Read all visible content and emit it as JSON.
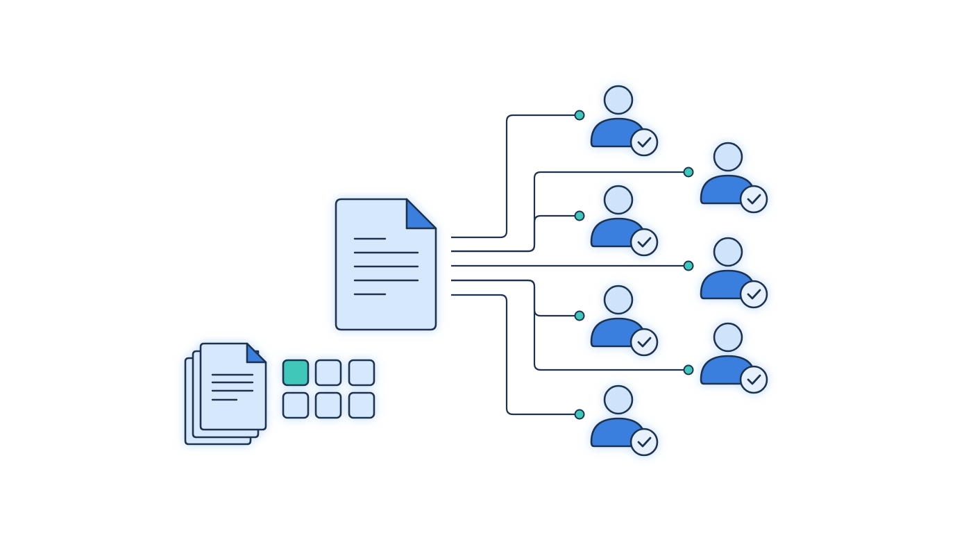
{
  "colors": {
    "background": "#ffffff",
    "stroke": "#1f3150",
    "paper_fill": "#d6e8fb",
    "fold_fill": "#3b7fde",
    "person_head": "#cfe3fa",
    "person_body": "#3b7fde",
    "check_badge_fill": "#e7f1fd",
    "connector_dot": "#3fc7ba",
    "tile_fill": "#d6e8fb",
    "tile_active": "#3fc7ba",
    "glow": "#8cc0f5"
  },
  "icons": {
    "source_document": "document-icon",
    "document_stack": "document-stack-icon",
    "tile_grid": "grid-tiles-icon",
    "recipient": "user-check-icon",
    "connector": "connector-dot"
  },
  "diagram": {
    "recipient_count": 7,
    "tile_grid": {
      "rows": 2,
      "cols": 3,
      "active_index": 0
    }
  }
}
